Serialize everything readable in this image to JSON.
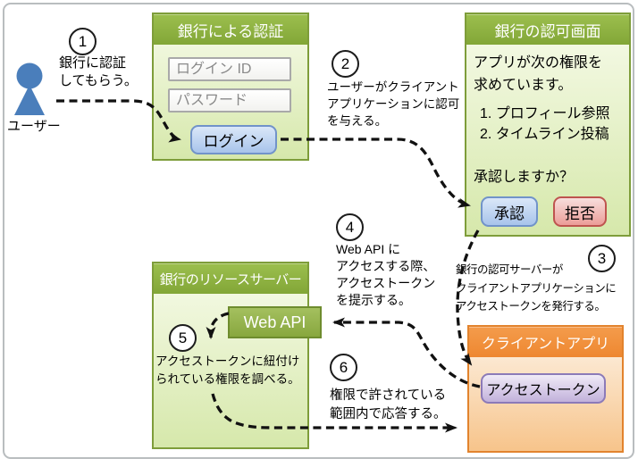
{
  "actor": {
    "label": "ユーザー"
  },
  "auth": {
    "title": "銀行による認証",
    "login_id_placeholder": "ログイン ID",
    "password_placeholder": "パスワード",
    "login_button": "ログイン"
  },
  "authz": {
    "title": "銀行の認可画面",
    "prompt": "アプリが次の権限を\n求めています。",
    "permissions": "1. プロフィール参照\n2. タイムライン投稿",
    "question": "承認しますか？",
    "approve_button": "承認",
    "deny_button": "拒否"
  },
  "resource": {
    "title": "銀行のリソースサーバー",
    "webapi_label": "Web API"
  },
  "client": {
    "title": "クライアントアプリ",
    "token_button": "アクセストークン"
  },
  "steps": {
    "1": {
      "num": "1",
      "text": "銀行に認証\nしてもらう。"
    },
    "2": {
      "num": "2",
      "text": "ユーザーがクライアント\nアプリケーションに認可\nを与える。"
    },
    "3": {
      "num": "3",
      "text": "銀行の認可サーバーが\nクライアントアプリケーションに\nアクセストークンを発行する。"
    },
    "4": {
      "num": "4",
      "text": "Web API に\nアクセスする際、\nアクセストークン\nを提示する。"
    },
    "5": {
      "num": "5",
      "text": "アクセストークンに紐付け\nられている権限を調べる。"
    },
    "6": {
      "num": "6",
      "text": "権限で許されている\n範囲内で応答する。"
    }
  },
  "colors": {
    "green_header": "#8fb23f",
    "green_border": "#7e9d3a",
    "green_body_top": "#f7fbea",
    "green_body_bottom": "#d6e8ab",
    "orange_header": "#f0913c",
    "orange_border": "#e2832d",
    "blue_button": "#adc8ee",
    "red_button": "#efa39e",
    "purple_button": "#cdbee2",
    "actor_blue": "#4a7ebb",
    "arrow": "#111111"
  }
}
